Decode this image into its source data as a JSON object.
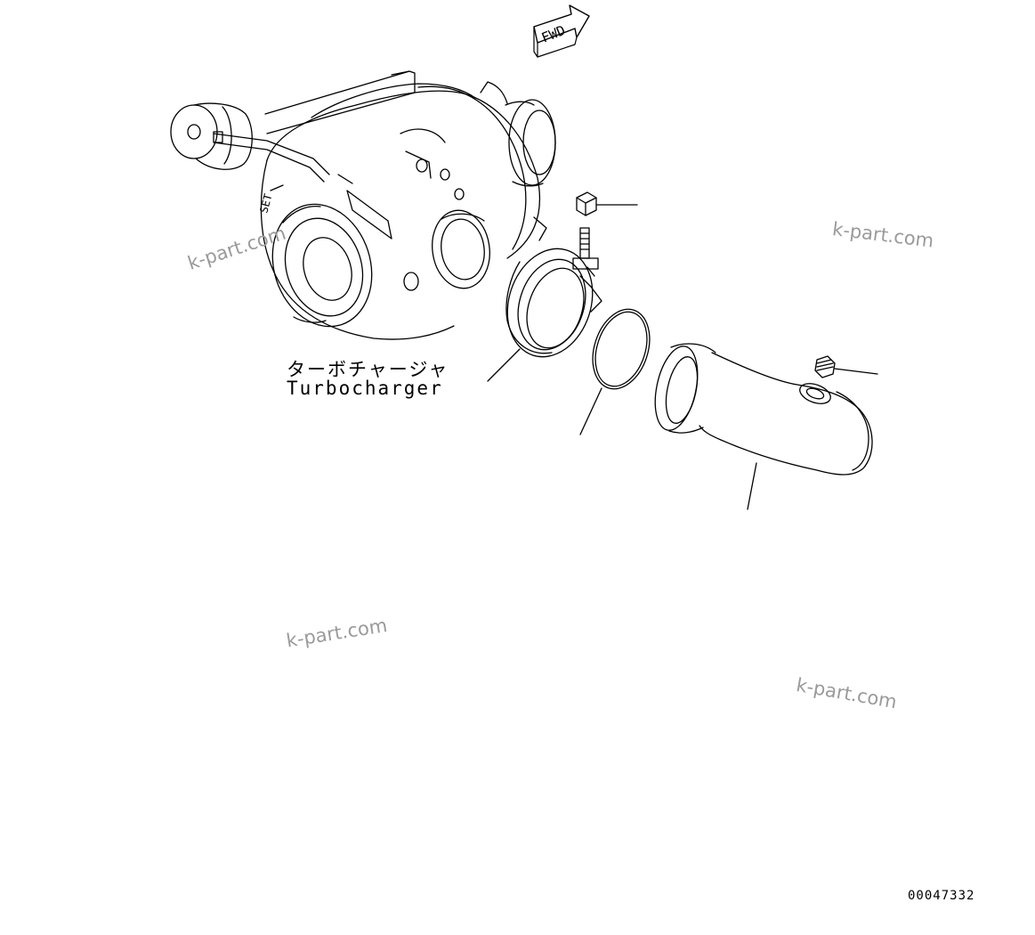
{
  "direction_arrow": {
    "label": "FWD"
  },
  "callouts": {
    "turbocharger_jp": "ターボチャージャ",
    "turbocharger_en": "Turbocharger"
  },
  "watermarks": [
    "k-part.com",
    "k-part.com",
    "k-part.com",
    "k-part.com"
  ],
  "figure_id": "00047332",
  "colors": {
    "line": "#000000",
    "watermark": "#9a9a9a",
    "background": "#ffffff"
  }
}
